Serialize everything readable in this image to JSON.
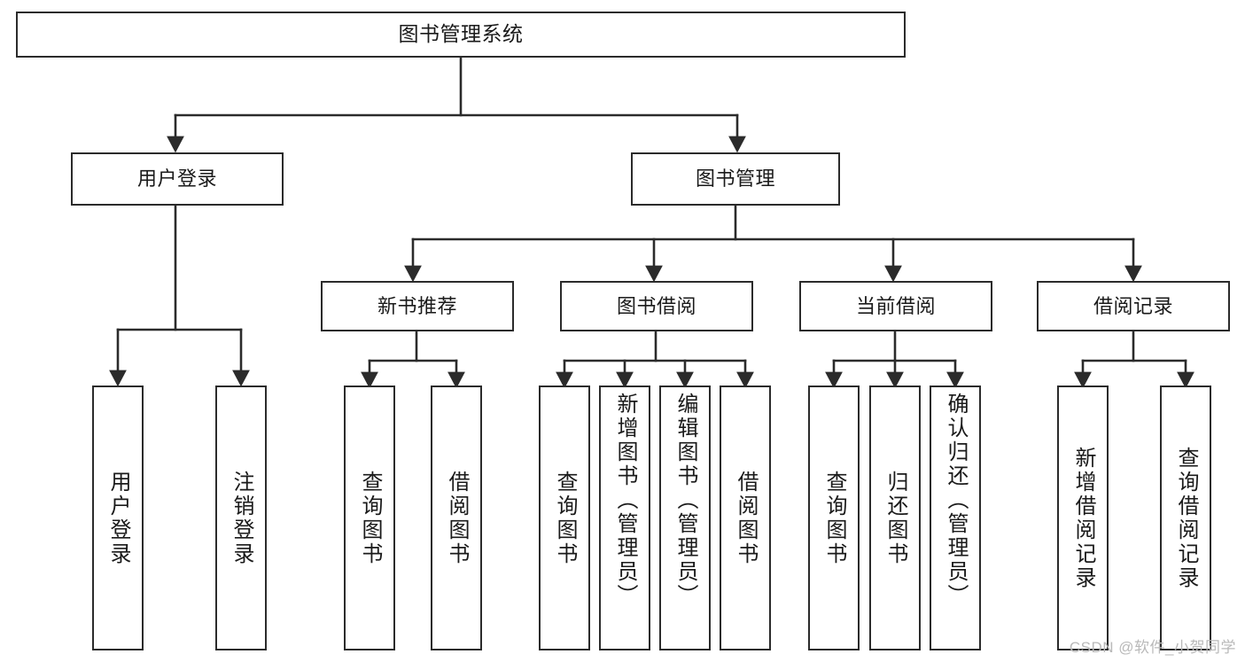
{
  "diagram": {
    "title": "图书管理系统",
    "type": "tree",
    "theme": {
      "background": "#ffffff",
      "box_border": "#2b2b2b",
      "box_fill": "#ffffff",
      "text": "#1a1a1a",
      "edge": "#2b2b2b",
      "watermark": "#b9b9b9"
    },
    "nodes": {
      "root": {
        "label": "图书管理系统"
      },
      "level2": [
        {
          "id": "user-login",
          "label": "用户登录"
        },
        {
          "id": "book-manage",
          "label": "图书管理"
        }
      ],
      "level3": [
        {
          "id": "new-book-recommend",
          "label": "新书推荐"
        },
        {
          "id": "book-borrow",
          "label": "图书借阅"
        },
        {
          "id": "current-borrow",
          "label": "当前借阅"
        },
        {
          "id": "borrow-record",
          "label": "借阅记录"
        }
      ],
      "leaves": {
        "user_login": [
          {
            "id": "leaf-user-login",
            "label": "用户登录"
          },
          {
            "id": "leaf-logout",
            "label": "注销登录"
          }
        ],
        "new_book_recommend": [
          {
            "id": "leaf-query-book-1",
            "label": "查询图书"
          },
          {
            "id": "leaf-borrow-book-1",
            "label": "借阅图书"
          }
        ],
        "book_borrow": [
          {
            "id": "leaf-query-book-2",
            "label": "查询图书"
          },
          {
            "id": "leaf-add-book",
            "label": "新增图书（管理员）"
          },
          {
            "id": "leaf-edit-book",
            "label": "编辑图书（管理员）"
          },
          {
            "id": "leaf-borrow-book-2",
            "label": "借阅图书"
          }
        ],
        "current_borrow": [
          {
            "id": "leaf-query-book-3",
            "label": "查询图书"
          },
          {
            "id": "leaf-return-book",
            "label": "归还图书"
          },
          {
            "id": "leaf-confirm-return",
            "label": "确认归还（管理员）"
          }
        ],
        "borrow_record": [
          {
            "id": "leaf-add-record",
            "label": "新增借阅记录"
          },
          {
            "id": "leaf-query-record",
            "label": "查询借阅记录"
          }
        ]
      }
    }
  },
  "watermark": {
    "text": "CSDN @软件_小贺同学"
  }
}
